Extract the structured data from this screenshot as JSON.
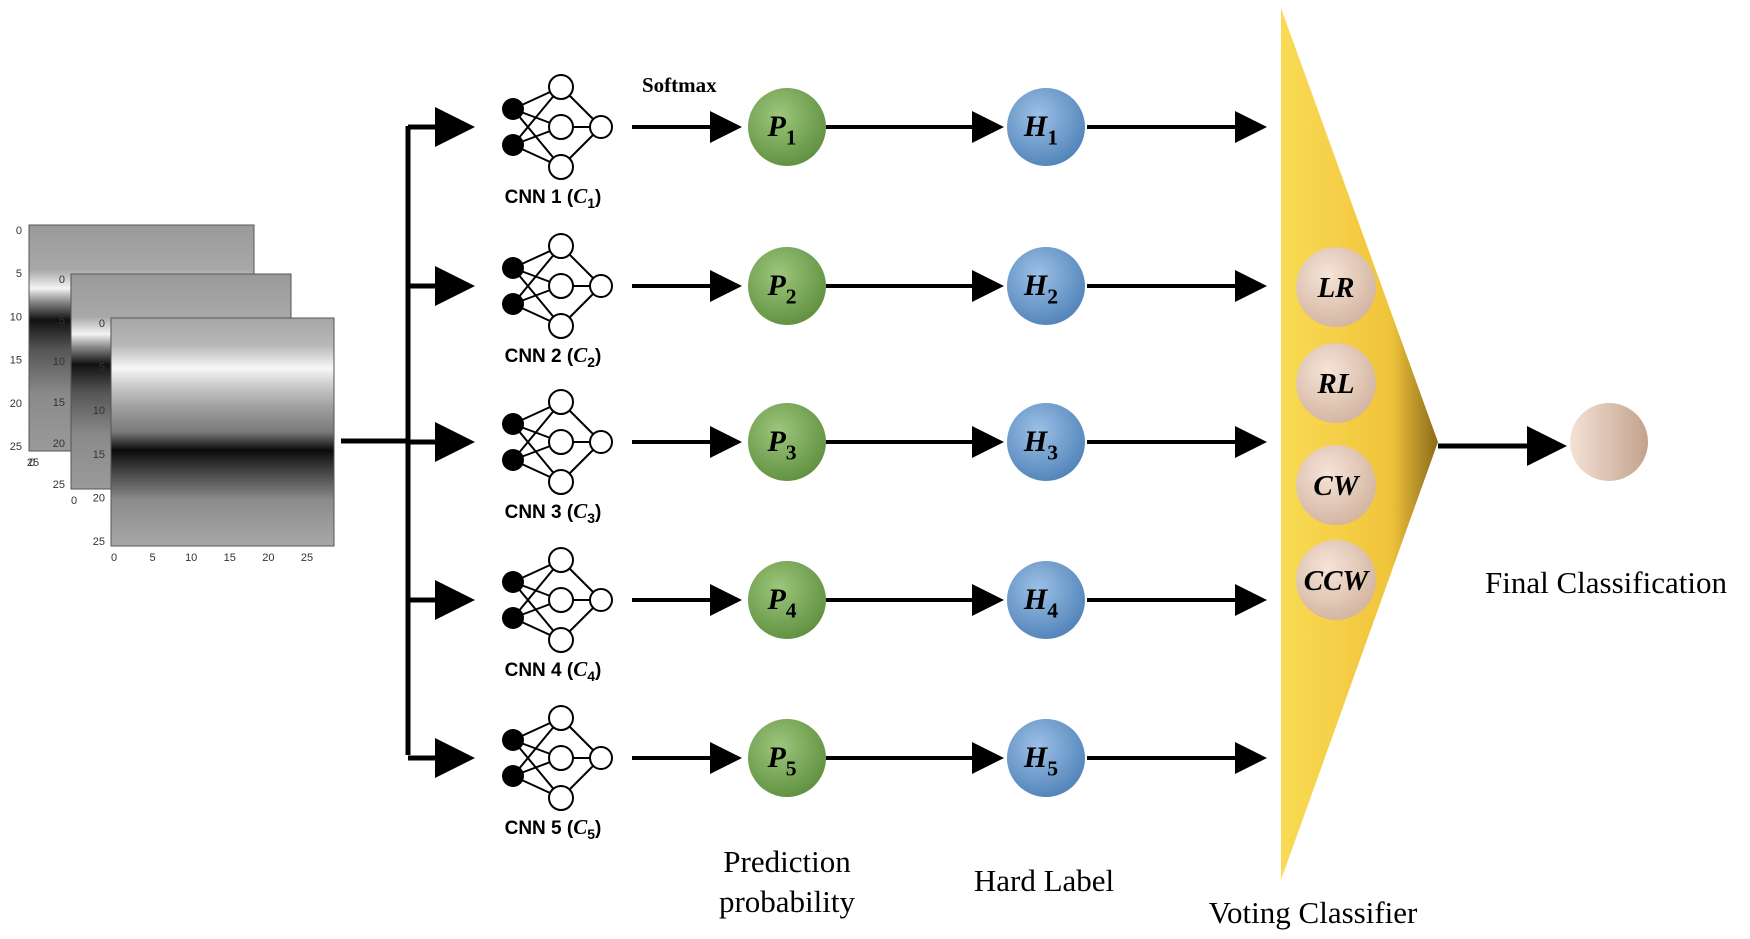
{
  "softmax_label": "Softmax",
  "cnns": [
    {
      "prefix": "CNN 1 (",
      "sym": "C",
      "sub": "1",
      "suffix": ")"
    },
    {
      "prefix": "CNN 2 (",
      "sym": "C",
      "sub": "2",
      "suffix": ")"
    },
    {
      "prefix": "CNN 3 (",
      "sym": "C",
      "sub": "3",
      "suffix": ")"
    },
    {
      "prefix": "CNN 4 (",
      "sym": "C",
      "sub": "4",
      "suffix": ")"
    },
    {
      "prefix": "CNN 5 (",
      "sym": "C",
      "sub": "5",
      "suffix": ")"
    }
  ],
  "prob_nodes": [
    {
      "sym": "P",
      "sub": "1"
    },
    {
      "sym": "P",
      "sub": "2"
    },
    {
      "sym": "P",
      "sub": "3"
    },
    {
      "sym": "P",
      "sub": "4"
    },
    {
      "sym": "P",
      "sub": "5"
    }
  ],
  "hard_nodes": [
    {
      "sym": "H",
      "sub": "1"
    },
    {
      "sym": "H",
      "sub": "2"
    },
    {
      "sym": "H",
      "sub": "3"
    },
    {
      "sym": "H",
      "sub": "4"
    },
    {
      "sym": "H",
      "sub": "5"
    }
  ],
  "voting_items": [
    "LR",
    "RL",
    "CW",
    "CCW"
  ],
  "labels": {
    "prediction_line1": "Prediction",
    "prediction_line2": "probability",
    "hard_label": "Hard Label",
    "voting_classifier": "Voting Classifier",
    "final_classification": "Final Classification"
  },
  "input_images": {
    "back": {
      "y_ticks": [
        "0",
        "5",
        "10",
        "15",
        "20",
        "25"
      ],
      "x_ticks": [
        "0",
        "25"
      ]
    },
    "middle": {
      "y_ticks": [
        "0",
        "5",
        "10",
        "15",
        "20",
        "25"
      ],
      "x_ticks": [
        "0"
      ]
    },
    "front": {
      "y_ticks": [
        "0",
        "5",
        "10",
        "15",
        "20",
        "25"
      ],
      "x_ticks": [
        "0",
        "5",
        "10",
        "15",
        "20",
        "25"
      ]
    }
  },
  "colors": {
    "prob_node": "#7aa656",
    "hard_node": "#6a9bcc",
    "voting_gold": "#f5cc3c",
    "voting_item": "#e6cbb9",
    "final_node": "#e2c8b6"
  }
}
